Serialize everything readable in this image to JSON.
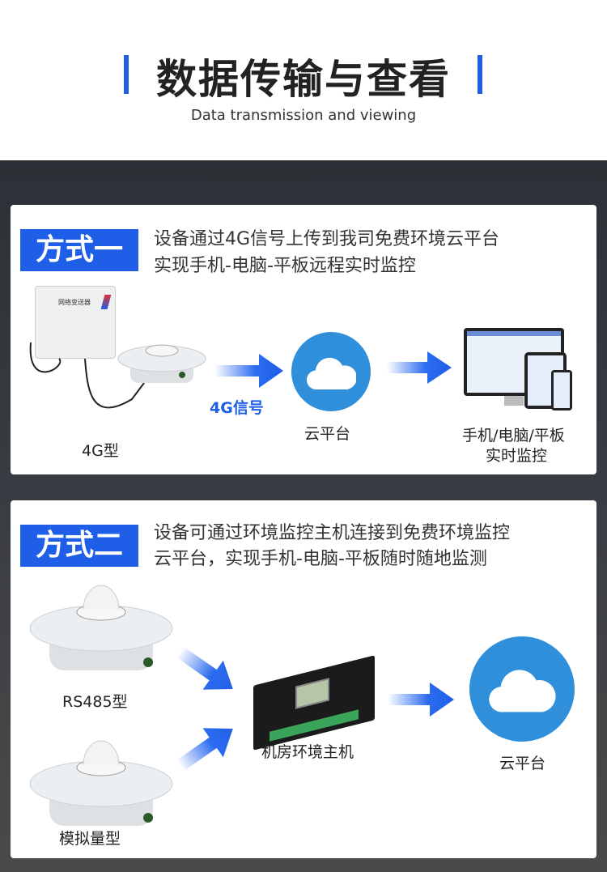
{
  "header": {
    "title": "数据传输与查看",
    "subtitle": "Data transmission and viewing",
    "accent": "#1f5fe0"
  },
  "method1": {
    "badge": "方式一",
    "desc_line1": "设备通过4G信号上传到我司免费环境云平台",
    "desc_line2": "实现手机-电脑-平板远程实时监控",
    "device_label": "4G型",
    "signal_label": "4G信号",
    "cloud_label": "云平台",
    "monitor_label_line1": "手机/电脑/平板",
    "monitor_label_line2": "实时监控",
    "box_text": "网络变送器"
  },
  "method2": {
    "badge": "方式二",
    "desc_line1": "设备可通过环境监控主机连接到免费环境监控",
    "desc_line2": "云平台，实现手机-电脑-平板随时随地监测",
    "sensor1_label": "RS485型",
    "sensor2_label": "模拟量型",
    "host_label": "机房环境主机",
    "cloud_label": "云平台"
  }
}
